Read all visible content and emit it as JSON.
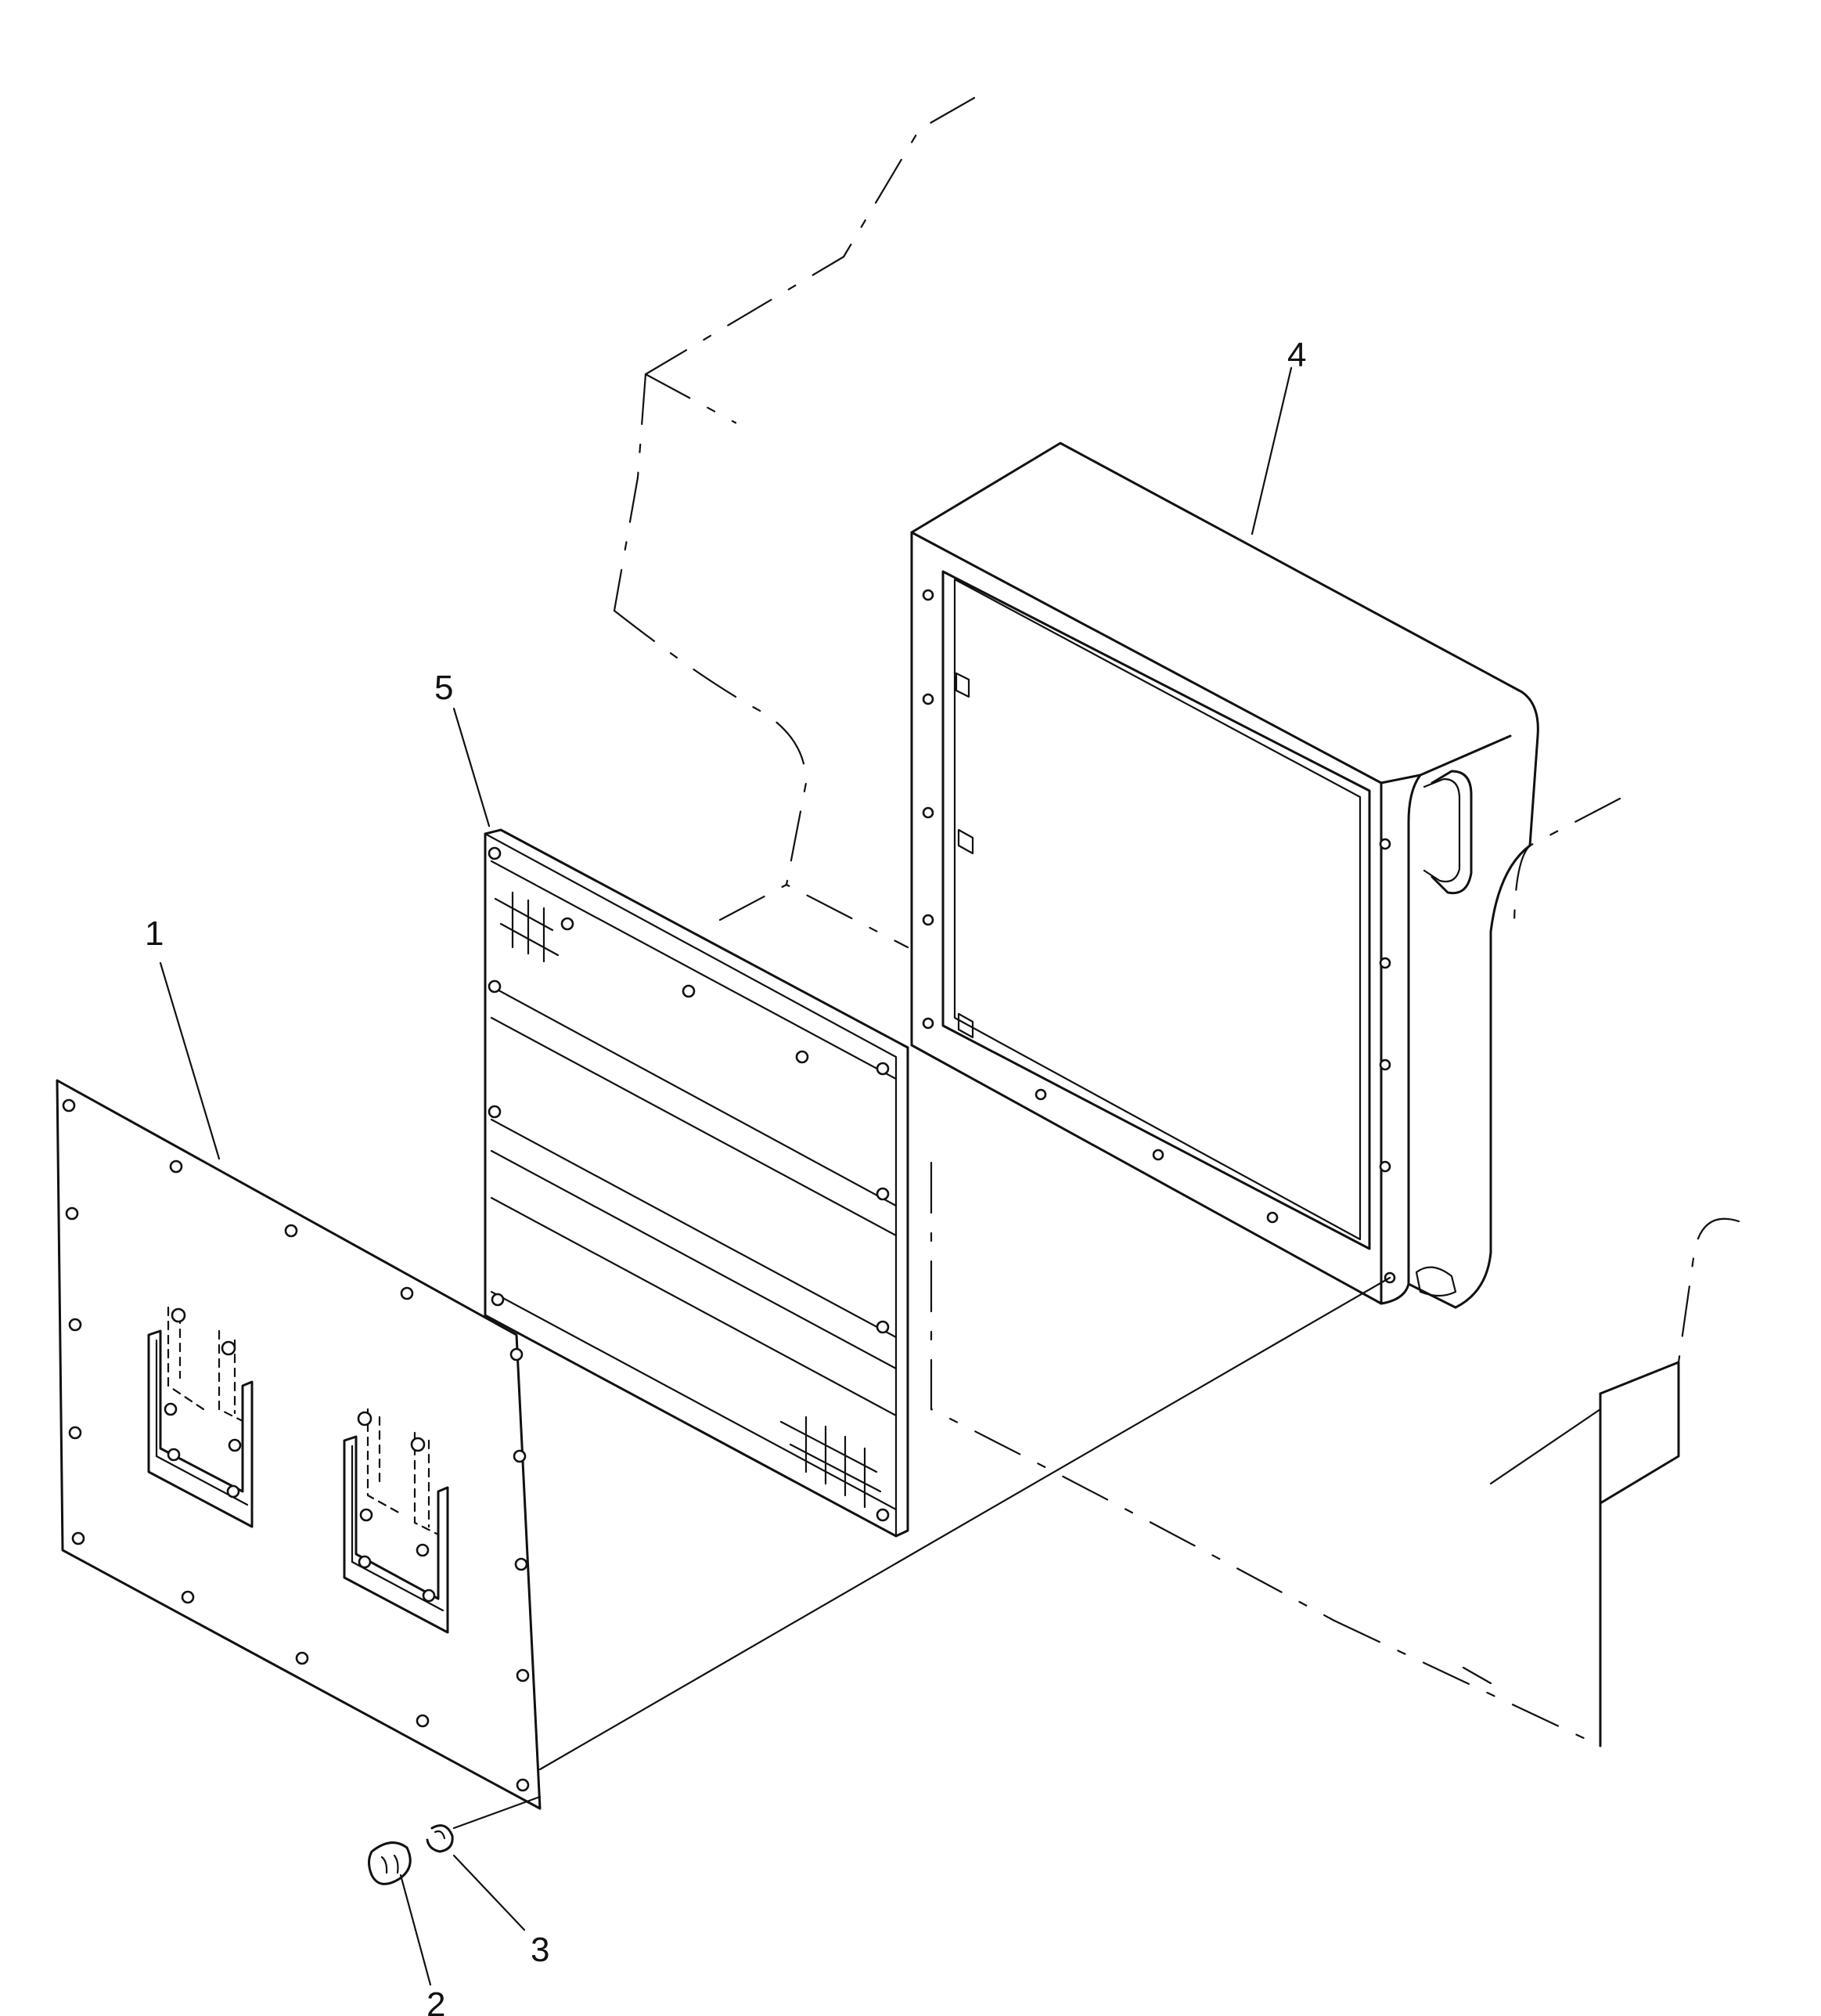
{
  "diagram": {
    "type": "exploded-parts-view",
    "callouts": [
      {
        "id": "callout-1",
        "text": "1"
      },
      {
        "id": "callout-2",
        "text": "2"
      },
      {
        "id": "callout-3",
        "text": "3"
      },
      {
        "id": "callout-4",
        "text": "4"
      },
      {
        "id": "callout-5",
        "text": "5"
      }
    ]
  }
}
